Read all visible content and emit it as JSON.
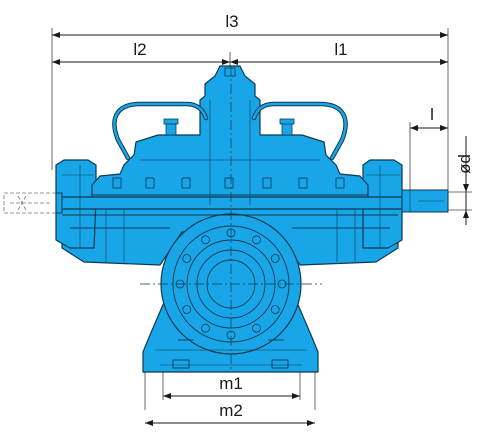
{
  "dimensions": {
    "l3": "l3",
    "l2": "l2",
    "l1": "l1",
    "l": "l",
    "od": "ød",
    "m1": "m1",
    "m2": "m2"
  },
  "colors": {
    "pump_body": "#19a6e8",
    "outline": "#0d3a52",
    "dimension": "#1a1a1a"
  }
}
